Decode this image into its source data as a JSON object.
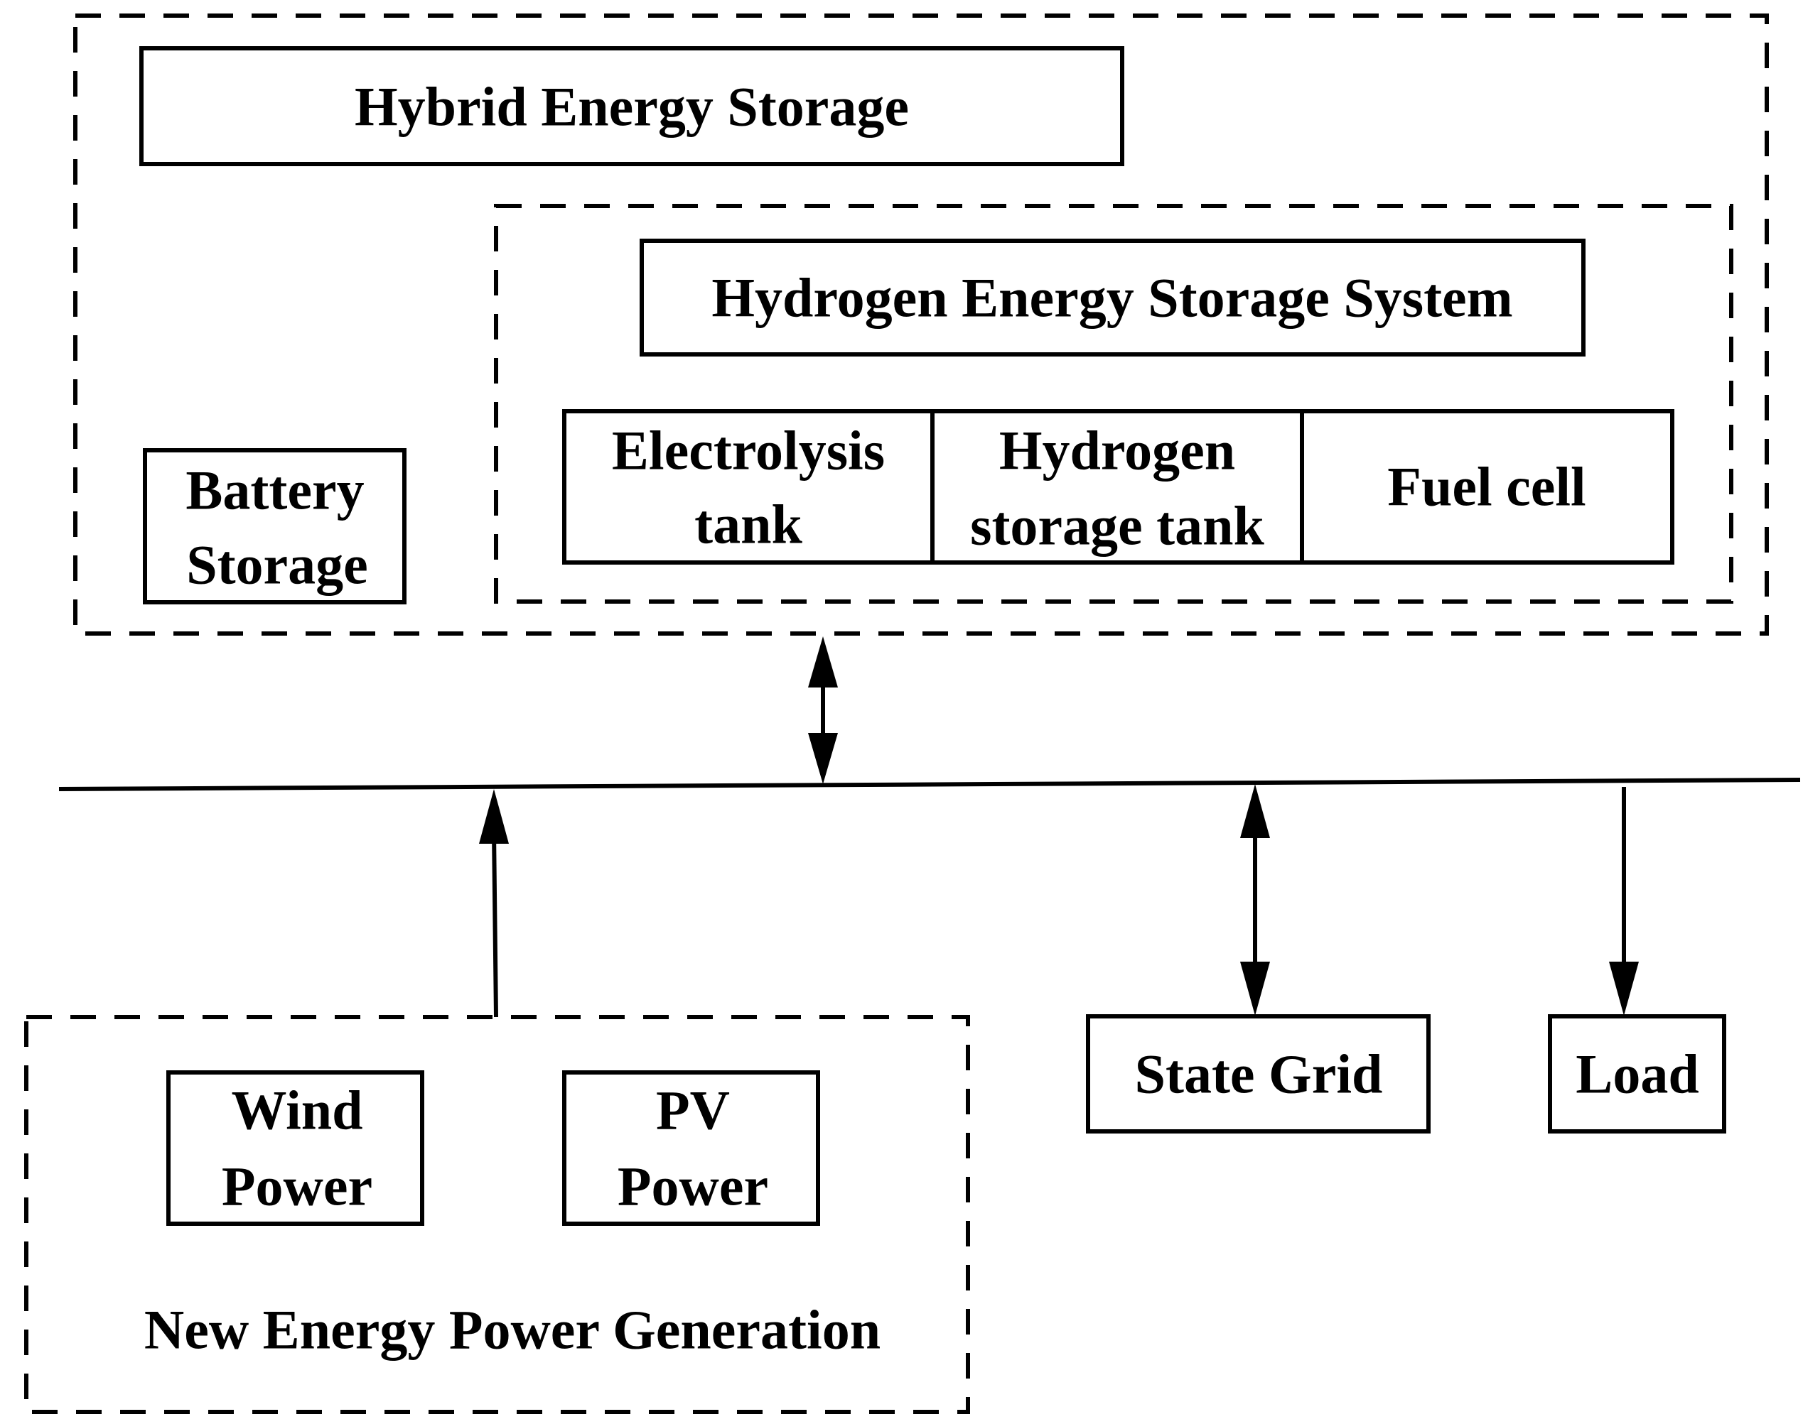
{
  "hybrid_storage": {
    "title": "Hybrid Energy Storage",
    "battery": [
      "Battery",
      "Storage"
    ],
    "hydrogen_system": {
      "title": "Hydrogen Energy Storage System",
      "electrolysis": [
        "Electrolysis",
        "tank"
      ],
      "hydrogen_tank": [
        "Hydrogen",
        "storage tank"
      ],
      "fuel_cell": "Fuel cell"
    }
  },
  "generation": {
    "group_label": "New Energy Power Generation",
    "wind": [
      "Wind",
      "Power"
    ],
    "pv": [
      "PV",
      "Power"
    ]
  },
  "state_grid": "State Grid",
  "load": "Load",
  "colors": {
    "line": "#000000",
    "background": "#ffffff"
  }
}
